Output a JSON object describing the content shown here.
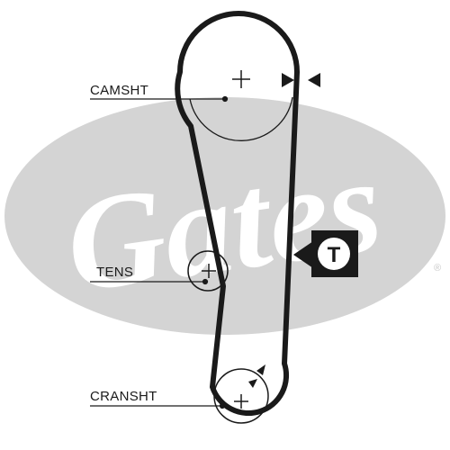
{
  "watermark": {
    "brand": "Gates",
    "registered_mark": "®",
    "color": "#d4d4d4"
  },
  "colors": {
    "ink": "#1a1a1a",
    "paper": "#ffffff"
  },
  "labels": {
    "camshaft": "CAMSHT",
    "tensioner": "TENS",
    "crankshaft": "CRANSHT"
  },
  "tension_marker": {
    "letter": "T"
  },
  "icons": {
    "timing_mark_camshaft": "timing-arrow-pair-icon",
    "timing_mark_crankshaft": "timing-arrow-icon",
    "hub_cross": "plus-icon"
  }
}
